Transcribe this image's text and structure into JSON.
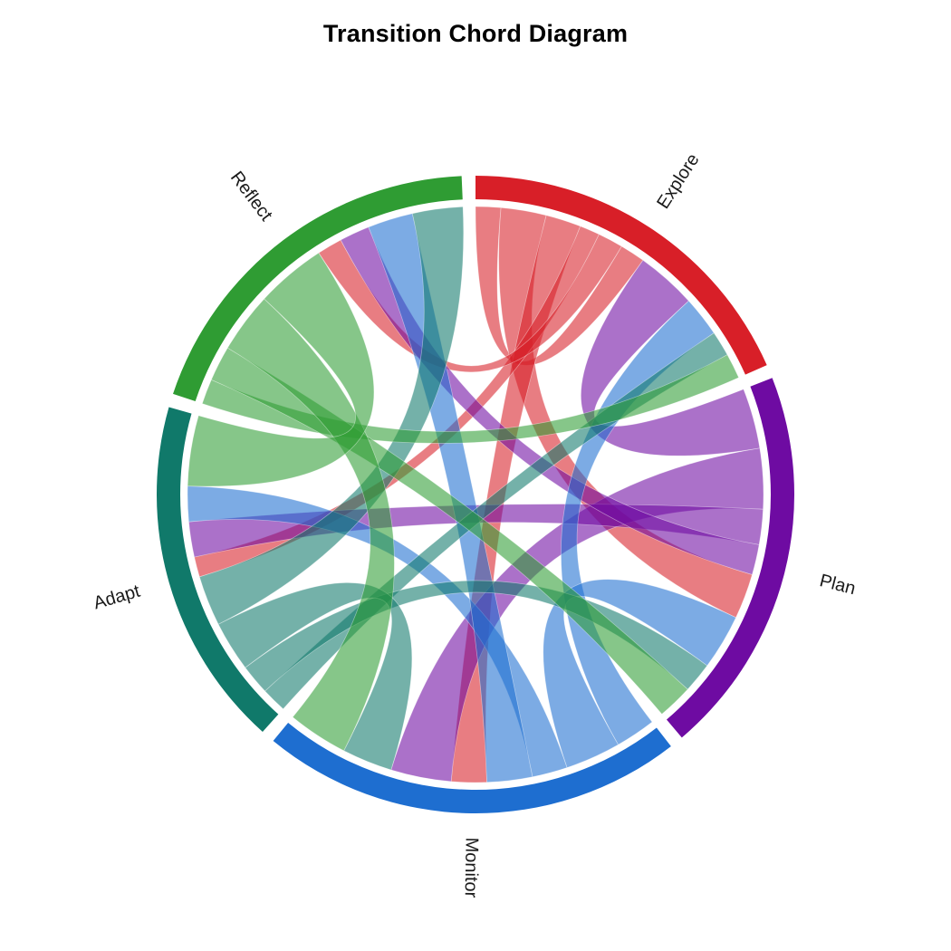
{
  "chart_data": {
    "type": "chord",
    "title": "Transition Chord Diagram",
    "nodes": [
      {
        "name": "Explore",
        "color": "#d81f28"
      },
      {
        "name": "Plan",
        "color": "#6e0ba2"
      },
      {
        "name": "Monitor",
        "color": "#1e6ed0"
      },
      {
        "name": "Adapt",
        "color": "#10796a"
      },
      {
        "name": "Reflect",
        "color": "#2f9c33"
      }
    ],
    "matrix_rows_from_to": [
      [
        5,
        9,
        7,
        4,
        5
      ],
      [
        12,
        0,
        12,
        7,
        6
      ],
      [
        8,
        11,
        0,
        7,
        9
      ],
      [
        5,
        6,
        10,
        0,
        10
      ],
      [
        5,
        7,
        12,
        14,
        0
      ]
    ],
    "layout": {
      "start_angle_deg": 90,
      "direction": "clockwise",
      "sector_gap_deg": 2.5,
      "ribbon_opacity": 0.58,
      "legend": "none",
      "background": "#ffffff"
    }
  }
}
